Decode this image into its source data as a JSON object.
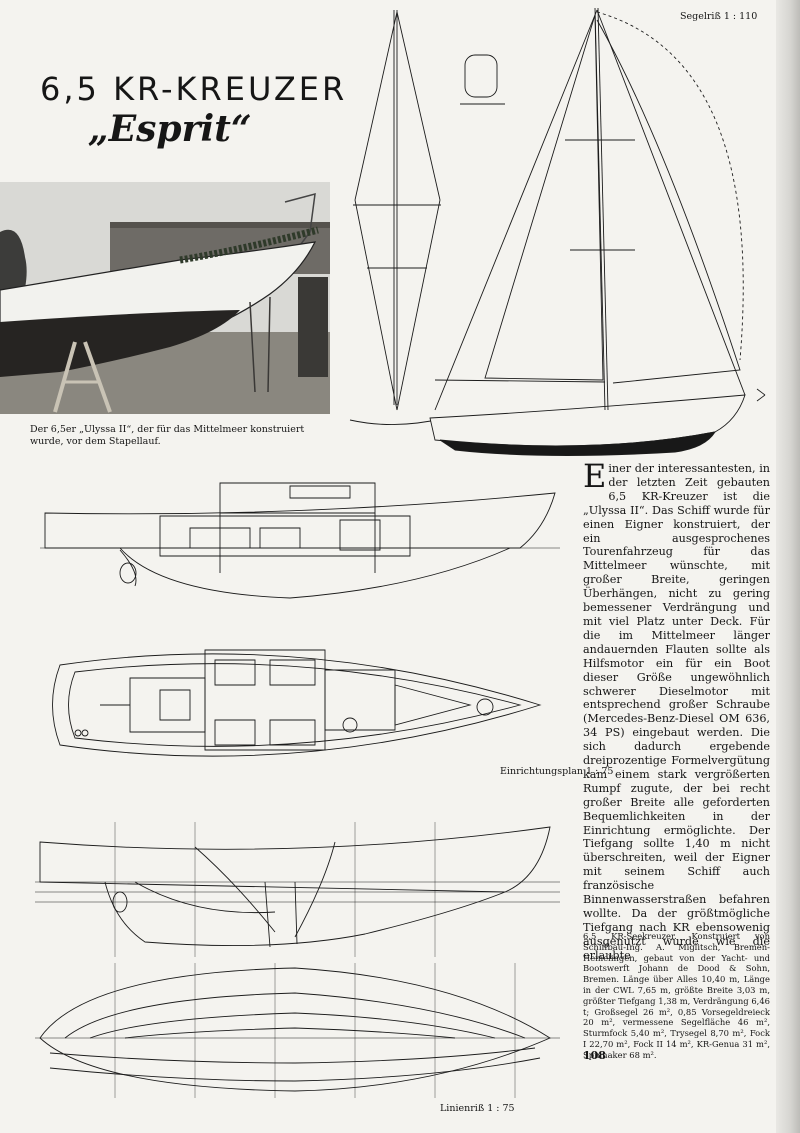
{
  "page": {
    "title": "6,5 KR-KREUZER",
    "subtitle": "„Esprit“",
    "photo_caption": "Der 6,5er „Ulyssa II“, der für das Mittelmeer konstruiert wurde, vor dem Stapellauf.",
    "sail_plan_label": "Segelriß 1 : 110",
    "layout_plan_label": "Einrichtungsplan 1 : 75",
    "lines_plan_label": "Linienriß 1 : 75",
    "article_dropcap": "E",
    "article_text": "iner der interessantesten, in der letzten Zeit gebauten 6,5 KR-Kreuzer ist die „Ulyssa II“. Das Schiff wurde für einen Eigner konstruiert, der ein ausgesprochenes Tourenfahrzeug für das Mittelmeer wünschte, mit großer Breite, geringen Überhängen, nicht zu gering bemessener Verdrängung und mit viel Platz unter Deck. Für die im Mittelmeer länger andauernden Flauten sollte als Hilfsmotor ein für ein Boot dieser Größe ungewöhnlich schwerer Dieselmotor mit entsprechend großer Schraube (Mercedes-Benz-Diesel OM 636, 34 PS) eingebaut werden. Die sich dadurch ergebende dreiprozentige Formelvergütung kam einem stark vergrößerten Rumpf zugute, der bei recht großer Breite alle geforderten Bequemlichkeiten in der Einrichtung ermöglichte. Der Tiefgang sollte 1,40 m nicht überschreiten, weil der Eigner mit seinem Schiff auch französische Binnenwasserstraßen befahren wollte. Da der größtmögliche Tiefgang nach KR ebensowenig ausgenutzt wurde wie die erlaubte",
    "specs_text": "6,5 KR-Seekreuzer. Konstruiert von Schiffbau-Ing. A. Miglitsch, Bremen-Hemelingen, gebaut von der Yacht- und Bootswerft Johann de Dood & Sohn, Bremen. Länge über Alles 10,40 m, Länge in der CWL 7,65 m, größte Breite 3,03 m, größter Tiefgang 1,38 m, Verdrängung 6,46 t; Großsegel 26 m², 0,85 Vorsegeldreieck 20 m², vermessene Segelfläche 46 m², Sturmfock 5,40 m², Trysegel 8,70 m², Fock I 22,70 m², Fock II 14 m², KR-Genua 31 m², Spinnaker 68 m².",
    "page_number": "108"
  }
}
